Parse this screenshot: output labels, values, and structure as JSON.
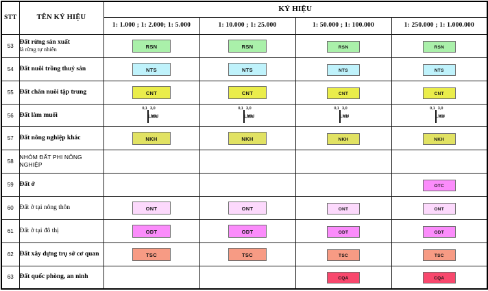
{
  "table": {
    "header": {
      "stt": "STT",
      "name": "TÊN KÝ HIỆU",
      "group": "KÝ HIỆU",
      "scales": [
        "1: 1.000 ; 1: 2.000; 1: 5.000",
        "1: 10.000 ; 1: 25.000",
        "1: 50.000 ; 1: 100.000",
        "1: 250.000 ; 1: 1.000.000"
      ]
    },
    "rows": [
      {
        "stt": "53",
        "name": "Đất rừng sản xuất",
        "name_sub": "là rừng tự nhiên",
        "style": "bold",
        "symbols": [
          {
            "type": "swatch",
            "label": "RSN",
            "color": "#aaf0aa"
          },
          {
            "type": "swatch",
            "label": "RSN",
            "color": "#aaf0aa"
          },
          {
            "type": "swatch",
            "label": "RSN",
            "color": "#aaf0aa"
          },
          {
            "type": "swatch",
            "label": "RSN",
            "color": "#aaf0aa"
          }
        ]
      },
      {
        "stt": "54",
        "name": "Đất nuôi trồng thuỷ sản",
        "name_sub": "",
        "style": "bold",
        "symbols": [
          {
            "type": "swatch",
            "label": "NTS",
            "color": "#bff2fb"
          },
          {
            "type": "swatch",
            "label": "NTS",
            "color": "#bff2fb"
          },
          {
            "type": "swatch",
            "label": "NTS",
            "color": "#bff2fb"
          },
          {
            "type": "swatch",
            "label": "NTS",
            "color": "#bff2fb"
          }
        ]
      },
      {
        "stt": "55",
        "name": "Đất chăn nuôi tập trung",
        "name_sub": "",
        "style": "bold",
        "symbols": [
          {
            "type": "swatch",
            "label": "CNT",
            "color": "#eaed4b"
          },
          {
            "type": "swatch",
            "label": "CNT",
            "color": "#eaed4b"
          },
          {
            "type": "swatch",
            "label": "CNT",
            "color": "#eaed4b"
          },
          {
            "type": "swatch",
            "label": "CNT",
            "color": "#eaed4b"
          }
        ]
      },
      {
        "stt": "56",
        "name": "Đất làm muối",
        "name_sub": "",
        "style": "bold",
        "symbols": [
          {
            "type": "grid",
            "label": "LMU",
            "dim_left": "3,0",
            "dim_right": "0,1",
            "dim_side": "3,0"
          },
          {
            "type": "grid",
            "label": "LMU",
            "dim_left": "3,0",
            "dim_right": "0,1",
            "dim_side": "3,0"
          },
          {
            "type": "grid",
            "label": "LMU",
            "dim_left": "3,0",
            "dim_right": "0,1",
            "dim_side": "3,0"
          },
          {
            "type": "grid",
            "label": "LMU",
            "dim_left": "3,0",
            "dim_right": "0,1",
            "dim_side": "3,0"
          }
        ]
      },
      {
        "stt": "57",
        "name": "Đất nông nghiệp khác",
        "name_sub": "",
        "style": "bold",
        "symbols": [
          {
            "type": "swatch",
            "label": "NKH",
            "color": "#e1e263"
          },
          {
            "type": "swatch",
            "label": "NKH",
            "color": "#e1e263"
          },
          {
            "type": "swatch",
            "label": "NKH",
            "color": "#e1e263"
          },
          {
            "type": "swatch",
            "label": "NKH",
            "color": "#e1e263"
          }
        ]
      },
      {
        "stt": "58",
        "name": "NHÓM ĐẤT PHI NÔNG NGHIỆP",
        "name_sub": "",
        "style": "sans",
        "symbols": [
          {
            "type": "empty"
          },
          {
            "type": "empty"
          },
          {
            "type": "empty"
          },
          {
            "type": "empty"
          }
        ]
      },
      {
        "stt": "59",
        "name": "Đất ở",
        "name_sub": "",
        "style": "bold",
        "symbols": [
          {
            "type": "empty"
          },
          {
            "type": "empty"
          },
          {
            "type": "empty"
          },
          {
            "type": "swatch",
            "label": "OTC",
            "color": "#fb8cfb"
          }
        ]
      },
      {
        "stt": "60",
        "name": "Đất ở tại nông thôn",
        "name_sub": "",
        "style": "normal",
        "symbols": [
          {
            "type": "swatch",
            "label": "ONT",
            "color": "#fcd9fc"
          },
          {
            "type": "swatch",
            "label": "ONT",
            "color": "#fcd9fc"
          },
          {
            "type": "swatch",
            "label": "ONT",
            "color": "#fcd9fc"
          },
          {
            "type": "swatch",
            "label": "ONT",
            "color": "#fcd9fc"
          }
        ]
      },
      {
        "stt": "61",
        "name": "Đất ở tại đô thị",
        "name_sub": "",
        "style": "normal",
        "symbols": [
          {
            "type": "swatch",
            "label": "ODT",
            "color": "#fb8cfb"
          },
          {
            "type": "swatch",
            "label": "ODT",
            "color": "#fb8cfb"
          },
          {
            "type": "swatch",
            "label": "ODT",
            "color": "#fb8cfb"
          },
          {
            "type": "swatch",
            "label": "ODT",
            "color": "#fb8cfb"
          }
        ]
      },
      {
        "stt": "62",
        "name": "Đất xây dựng trụ sở cơ quan",
        "name_sub": "",
        "style": "bold",
        "symbols": [
          {
            "type": "swatch",
            "label": "TSC",
            "color": "#f79b84"
          },
          {
            "type": "swatch",
            "label": "TSC",
            "color": "#f79b84"
          },
          {
            "type": "swatch",
            "label": "TSC",
            "color": "#f79b84"
          },
          {
            "type": "swatch",
            "label": "TSC",
            "color": "#f79b84"
          }
        ]
      },
      {
        "stt": "63",
        "name": "Đất quốc phòng, an ninh",
        "name_sub": "",
        "style": "bold",
        "symbols": [
          {
            "type": "empty"
          },
          {
            "type": "empty"
          },
          {
            "type": "swatch",
            "label": "CQA",
            "color": "#f8486d"
          },
          {
            "type": "swatch",
            "label": "CQA",
            "color": "#f8486d"
          }
        ]
      }
    ]
  }
}
